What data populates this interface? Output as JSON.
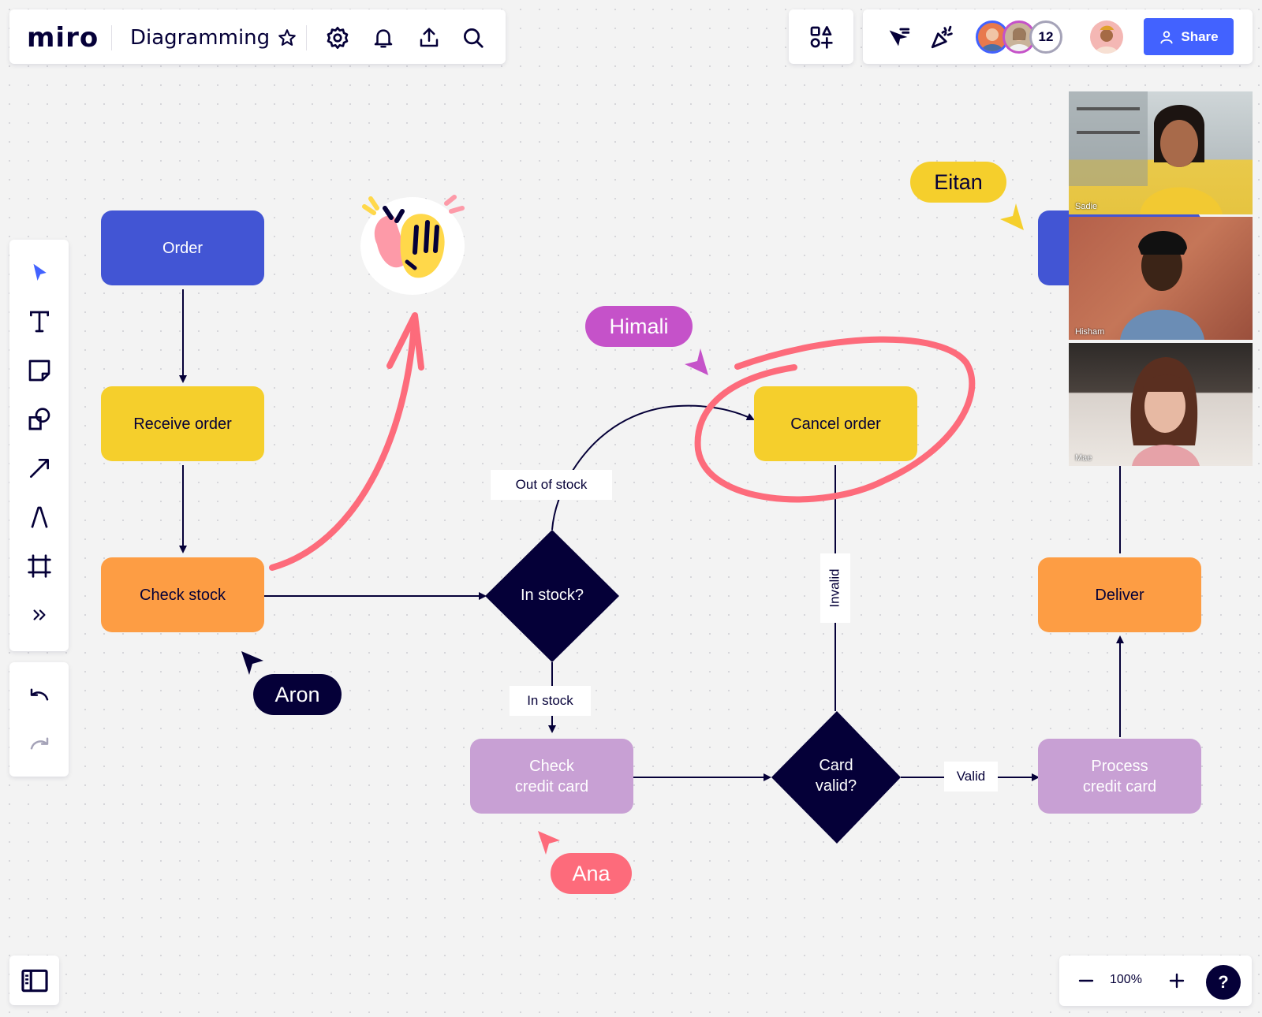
{
  "header": {
    "logo": "miro",
    "board_title": "Diagramming"
  },
  "collaborators": {
    "extra_count": "12"
  },
  "share_label": "Share",
  "zoom": {
    "level": "100%"
  },
  "help_label": "?",
  "flowchart": {
    "order": "Order",
    "receive_order": "Receive order",
    "check_stock": "Check stock",
    "in_stock_q": "In stock?",
    "out_of_stock": "Out of stock",
    "in_stock": "In stock",
    "cancel_order": "Cancel order",
    "invalid": "Invalid",
    "check_credit_card": "Check\ncredit card",
    "card_valid": "Card\nvalid?",
    "valid": "Valid",
    "process_credit_card": "Process\ncredit card",
    "deliver": "Deliver"
  },
  "cursors": {
    "aron": "Aron",
    "ana": "Ana",
    "himali": "Himali",
    "eitan": "Eitan"
  },
  "videos": [
    {
      "name": "Sadie"
    },
    {
      "name": "Hisham"
    },
    {
      "name": "Mae"
    }
  ],
  "colors": {
    "brand_blue": "#4262ff",
    "shape_blue": "#4255d4",
    "shape_yellow": "#f5cf2c",
    "shape_orange": "#fd9d44",
    "shape_purple": "#c8a0d4",
    "navy": "#050038",
    "ana_pink": "#fd6b7b",
    "himali_magenta": "#c552c9",
    "eitan_yellow": "#f5cf2c"
  },
  "icons": {
    "toolbar": [
      "select-icon",
      "text-icon",
      "sticky-note-icon",
      "shapes-icon",
      "connector-icon",
      "pen-icon",
      "frame-icon",
      "more-tools-icon"
    ],
    "history": [
      "undo-icon",
      "redo-icon"
    ],
    "header": [
      "star-icon",
      "settings-icon",
      "bell-icon",
      "export-icon",
      "search-icon"
    ]
  }
}
